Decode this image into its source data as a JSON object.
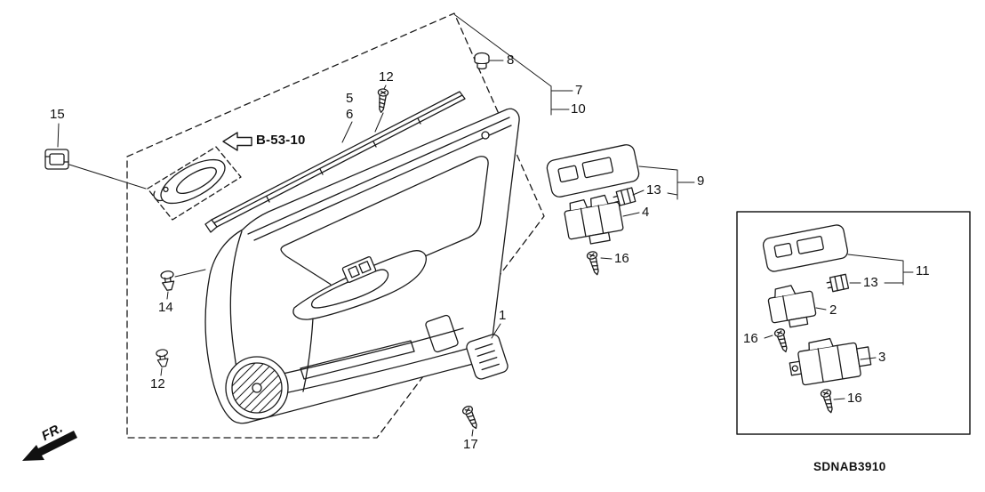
{
  "diagram": {
    "code": "SDNAB3910",
    "direction_arrow": "FR.",
    "crossref": "B-53-10"
  },
  "callouts": [
    "15",
    "12",
    "5",
    "6",
    "8",
    "7",
    "10",
    "9",
    "13",
    "4",
    "16",
    "14",
    "12",
    "1",
    "17",
    "11",
    "13",
    "2",
    "16",
    "3",
    "16"
  ]
}
